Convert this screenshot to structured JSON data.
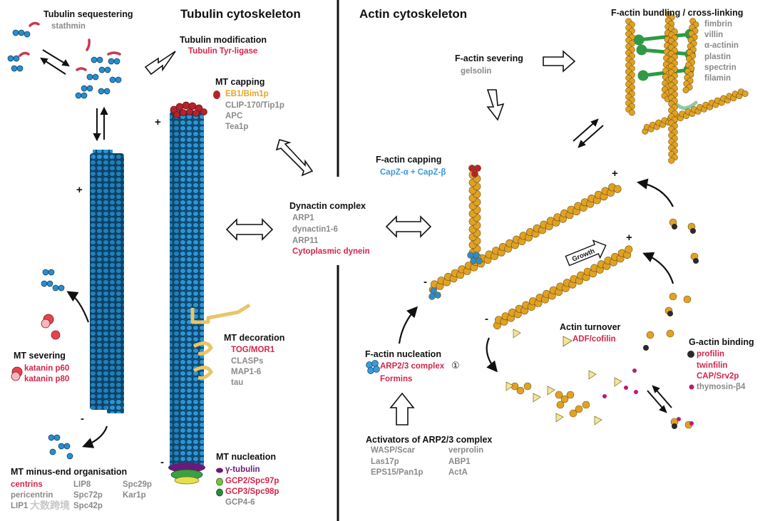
{
  "headings": {
    "tubulin": "Tubulin cytoskeleton",
    "actin": "Actin cytoskeleton"
  },
  "tubulin_sequestering": {
    "title": "Tubulin sequestering",
    "items": [
      "stathmin"
    ]
  },
  "tubulin_modification": {
    "title": "Tubulin modification",
    "items": [
      "Tubulin Tyr-ligase"
    ]
  },
  "mt_capping": {
    "title": "MT capping",
    "items": [
      "EB1/Bim1p",
      "CLIP-170/Tip1p",
      "APC",
      "Tea1p"
    ]
  },
  "dynactin": {
    "title": "Dynactin complex",
    "items": [
      "ARP1",
      "dynactin1-6",
      "ARP11",
      "Cytoplasmic dynein"
    ]
  },
  "mt_decoration": {
    "title": "MT decoration",
    "items": [
      "TOG/MOR1",
      "CLASPs",
      "MAP1-6",
      "tau"
    ]
  },
  "mt_severing": {
    "title": "MT severing",
    "items": [
      "katanin p60",
      "katanin p80"
    ]
  },
  "mt_nucleation": {
    "title": "MT nucleation",
    "items": [
      "γ-tubulin",
      "GCP2/Spc97p",
      "GCP3/Spc98p",
      "GCP4-6"
    ]
  },
  "mt_minus_end": {
    "title": "MT minus-end organisation",
    "col1": [
      "centrins",
      "pericentrin",
      "LIP1"
    ],
    "col2": [
      "LIP8",
      "Spc72p",
      "Spc42p"
    ],
    "col3": [
      "Spc29p",
      "Kar1p"
    ]
  },
  "factin_severing": {
    "title": "F-actin severing",
    "items": [
      "gelsolin"
    ]
  },
  "factin_bundling": {
    "title": "F-actin bundling / cross-linking",
    "items": [
      "fimbrin",
      "villin",
      "α-actinin",
      "plastin",
      "spectrin",
      "filamin"
    ]
  },
  "factin_capping": {
    "title": "F-actin capping",
    "items": [
      "CapZ-α + CapZ-β"
    ]
  },
  "factin_nucleation": {
    "title": "F-actin nucleation",
    "items": [
      "ARP2/3 complex",
      "Formins"
    ],
    "marker": "①"
  },
  "activators": {
    "title": "Activators of ARP2/3 complex",
    "col1": [
      "WASP/Scar",
      "Las17p",
      "EPS15/Pan1p"
    ],
    "col2": [
      "verprolin",
      "ABP1",
      "ActA"
    ]
  },
  "actin_turnover": {
    "title": "Actin turnover",
    "items": [
      "ADF/cofilin"
    ]
  },
  "gactin_binding": {
    "title": "G-actin binding",
    "items": [
      "profilin",
      "twinfilin",
      "CAP/Srv2p",
      "thymosin-β4"
    ]
  },
  "growth_label": "Growth",
  "polarity": {
    "plus": "+",
    "minus": "-"
  },
  "watermark": "大数跨境",
  "colors": {
    "tubulin_blue": "#2a8ccc",
    "actin_gold": "#e0a224",
    "cap_red": "#b8222a",
    "nucleation_green": "#3aa040",
    "gamma_purple": "#6a1b7a",
    "crosslinker_green": "#2e9a45"
  }
}
